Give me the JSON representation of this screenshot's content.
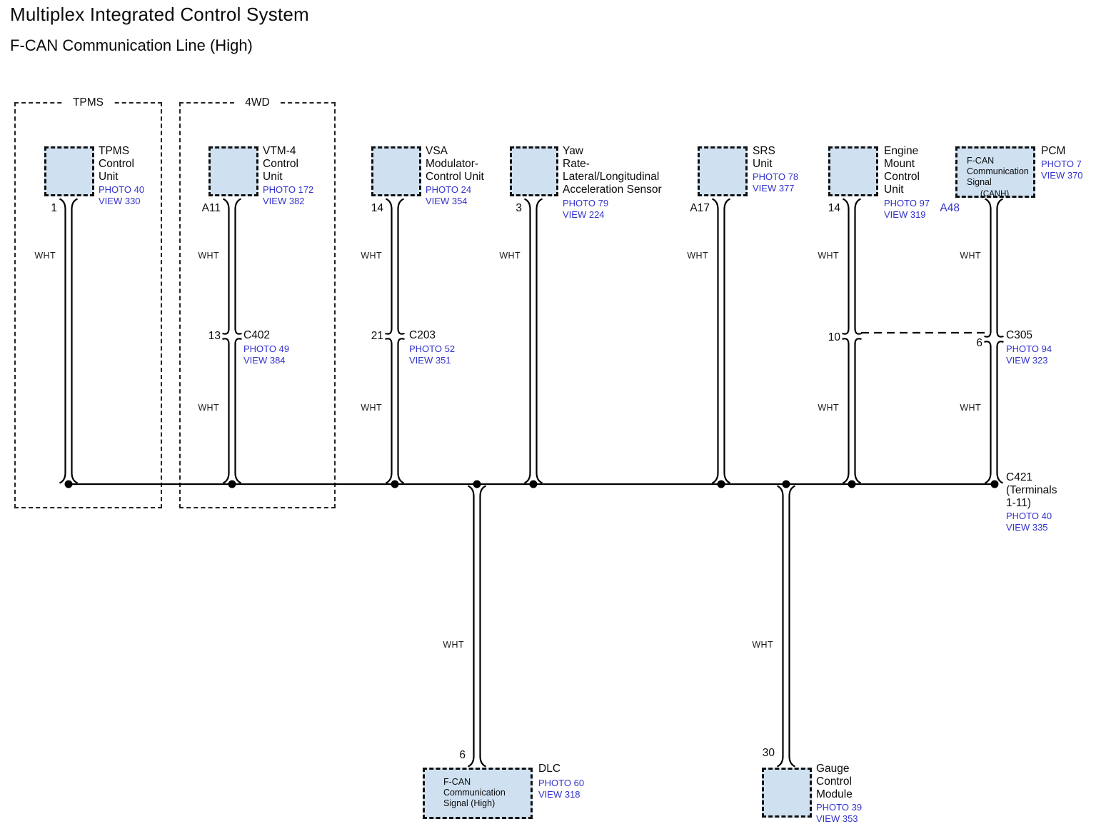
{
  "title": "Multiplex Integrated Control System",
  "subtitle": "F-CAN Communication Line (High)",
  "wire_label": "WHT",
  "colors": {
    "background": "#ffffff",
    "component_box_fill": "#cfe1f1",
    "link_blue": "#3232cd",
    "wire_black": "#000000"
  },
  "groups": [
    {
      "label": "TPMS"
    },
    {
      "label": "4WD"
    }
  ],
  "components": [
    {
      "name": "TPMS\nControl\nUnit",
      "ref": "PHOTO 40\nVIEW 330",
      "pin": "1"
    },
    {
      "name": "VTM-4\nControl\nUnit",
      "ref": "PHOTO 172\nVIEW 382",
      "pin": "A11"
    },
    {
      "name": "VSA\nModulator-\nControl Unit",
      "ref": "PHOTO 24\nVIEW 354",
      "pin": "14"
    },
    {
      "name": "Yaw\nRate-\nLateral/Longitudinal\nAcceleration Sensor",
      "ref": "PHOTO 79\nVIEW 224",
      "pin": "3"
    },
    {
      "name": "SRS\nUnit",
      "ref": "PHOTO 78\nVIEW 377",
      "pin": "A17"
    },
    {
      "name": "Engine\nMount\nControl\nUnit",
      "ref": "PHOTO 97\nVIEW 319",
      "pin": "14"
    },
    {
      "name": "PCM",
      "ref": "PHOTO 7\nVIEW 370",
      "pin": "A48",
      "box_text": "F-CAN\nCommunication\nSignal",
      "box_subtext": "(CANH)"
    }
  ],
  "connectors": [
    {
      "name": "C402",
      "ref": "PHOTO 49\nVIEW 384",
      "pin": "13"
    },
    {
      "name": "C203",
      "ref": "PHOTO 52\nVIEW 351",
      "pin": "21"
    },
    {
      "name": "C305",
      "ref": "PHOTO 94\nVIEW 323",
      "pin_left": "10",
      "pin_right": "6"
    },
    {
      "name": "C421\n(Terminals\n1-11)",
      "ref": "PHOTO 40\nVIEW 335"
    }
  ],
  "bottom_components": [
    {
      "name": "DLC",
      "ref": "PHOTO 60\nVIEW 318",
      "pin": "6",
      "box_text": "F-CAN\nCommunication\nSignal (High)"
    },
    {
      "name": "Gauge\nControl\nModule",
      "ref": "PHOTO 39\nVIEW 353",
      "pin": "30"
    }
  ]
}
